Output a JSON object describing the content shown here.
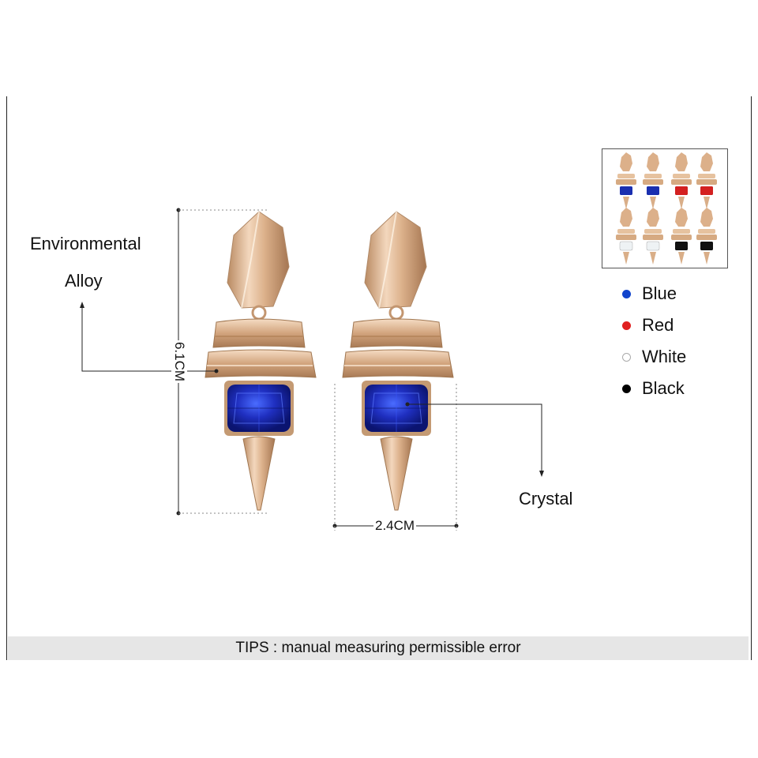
{
  "labels": {
    "material_line1": "Environmental",
    "material_line2": "Alloy",
    "crystal": "Crystal"
  },
  "dimensions": {
    "height": "6.1CM",
    "width": "2.4CM"
  },
  "legend": [
    {
      "label": "Blue",
      "color": "#1144cc"
    },
    {
      "label": "Red",
      "color": "#e02020"
    },
    {
      "label": "White",
      "color": "#ffffff"
    },
    {
      "label": "Black",
      "color": "#000000"
    }
  ],
  "tips": "TIPS : manual measuring permissible error",
  "colors": {
    "gold": "#d9b08a",
    "crystal_blue": "#1a2fb0",
    "tips_bar": "#e6e6e6"
  }
}
